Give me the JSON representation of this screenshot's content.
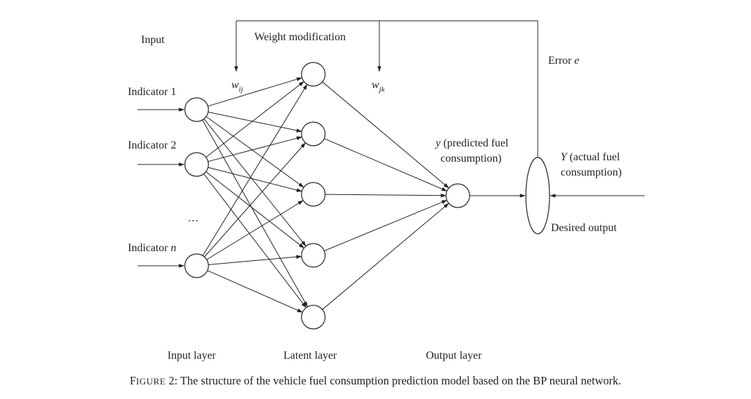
{
  "labels": {
    "input": "Input",
    "weight_modification": "Weight modification",
    "error_prefix": "Error ",
    "error_var": "e",
    "w_ij_base": "w",
    "w_ij_sub": "ij",
    "w_jk_base": "w",
    "w_jk_sub": "jk",
    "indicator_1": "Indicator 1",
    "indicator_2": "Indicator 2",
    "ellipsis": "…",
    "indicator_n_prefix": "Indicator ",
    "indicator_n_var": "n",
    "y_var": "y",
    "y_line1_rest": " (predicted fuel",
    "y_line2": "consumption)",
    "Y_var": "Y",
    "Y_line1_rest": " (actual fuel",
    "Y_line2": "consumption)",
    "desired_output": "Desired output",
    "input_layer": "Input layer",
    "latent_layer": "Latent layer",
    "output_layer": "Output layer"
  },
  "caption": {
    "figure_word_first": "F",
    "figure_word_rest": "IGURE",
    "figure_number": " 2: ",
    "text": "The structure of the vehicle fuel consumption prediction model based on the BP neural network."
  },
  "network": {
    "input_nodes": 3,
    "hidden_nodes": 5,
    "output_nodes": 1
  }
}
